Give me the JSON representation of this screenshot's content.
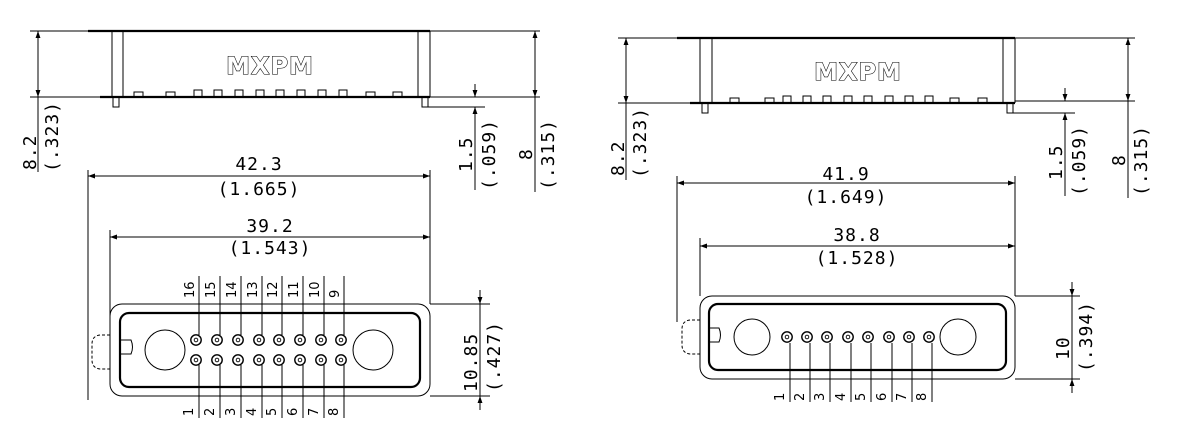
{
  "left_drawing": {
    "brand": "MXPM",
    "height_mm": "8.2",
    "height_in": "(.323)",
    "standoff_mm": "1.5",
    "standoff_in": "(.059)",
    "body_height_mm": "8",
    "body_height_in": "(.315)",
    "overall_width_mm": "42.3",
    "overall_width_in": "(1.665)",
    "mount_pitch_mm": "39.2",
    "mount_pitch_in": "(1.543)",
    "flange_height_mm": "10.85",
    "flange_height_in": "(.427)",
    "top_pins": [
      "16",
      "15",
      "14",
      "13",
      "12",
      "11",
      "10",
      "9"
    ],
    "bottom_pins": [
      "1",
      "2",
      "3",
      "4",
      "5",
      "6",
      "7",
      "8"
    ]
  },
  "right_drawing": {
    "brand": "MXPM",
    "height_mm": "8.2",
    "height_in": "(.323)",
    "standoff_mm": "1.5",
    "standoff_in": "(.059)",
    "body_height_mm": "8",
    "body_height_in": "(.315)",
    "overall_width_mm": "41.9",
    "overall_width_in": "(1.649)",
    "mount_pitch_mm": "38.8",
    "mount_pitch_in": "(1.528)",
    "flange_height_mm": "10",
    "flange_height_in": "(.394)",
    "bottom_pins": [
      "1",
      "2",
      "3",
      "4",
      "5",
      "6",
      "7",
      "8"
    ]
  }
}
